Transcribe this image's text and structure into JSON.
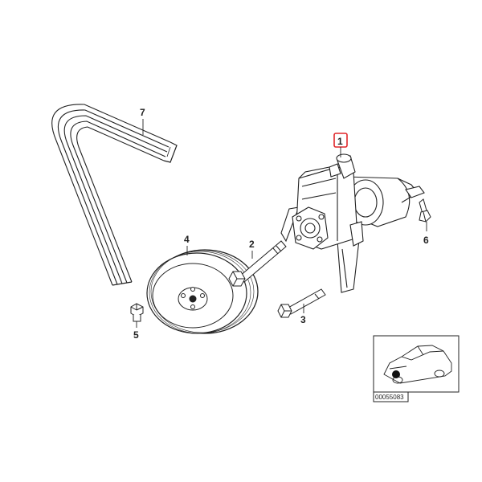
{
  "callouts": {
    "n1": "1",
    "n2": "2",
    "n3": "3",
    "n4": "4",
    "n5": "5",
    "n6": "6",
    "n7": "7"
  },
  "highlight_color": "#e0262a",
  "locator": {
    "reference_number": "00055083"
  }
}
